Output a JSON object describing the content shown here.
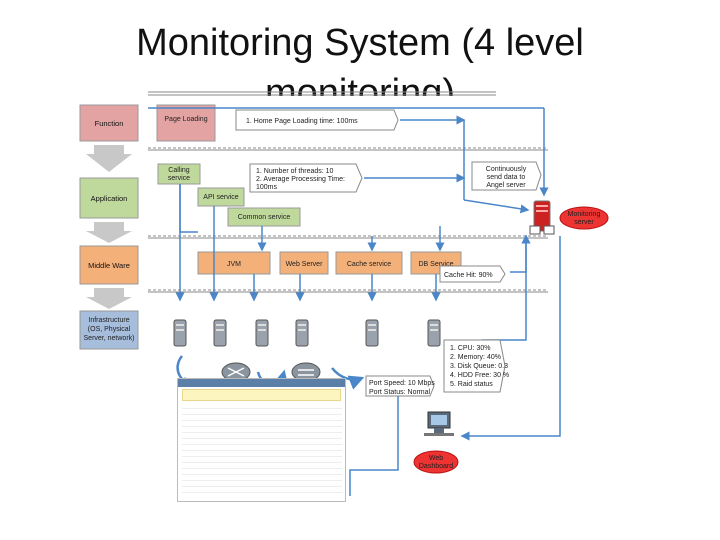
{
  "title": {
    "line1": "Monitoring System (4 level",
    "line2": "monitoring)"
  },
  "layers": {
    "function": "Function",
    "application": "Application",
    "middleware": "Middle Ware",
    "infrastructure_l1": "Infrastructure",
    "infrastructure_l2": "(OS, Physical",
    "infrastructure_l3": "Server, network)"
  },
  "function_row": {
    "page_loading": "Page Loading",
    "note": "1. Home Page Loading time: 100ms"
  },
  "application_row": {
    "calling_service_l1": "Calling",
    "calling_service_l2": "service",
    "api_service": "API service",
    "common_service": "Common service",
    "note_l1": "1. Number of threads: 10",
    "note_l2": "2. Average Processing Time:",
    "note_l3": "100ms"
  },
  "middleware_row": {
    "jvm": "JVM",
    "web_server": "Web Server",
    "cache_service": "Cache service",
    "db_service": "DB Service",
    "note": "Cache Hit: 90%"
  },
  "infrastructure_row": {
    "note_l1": "1. CPU: 30%",
    "note_l2": "2. Memory: 40%",
    "note_l3": "3. Disk Queue: 0.3",
    "note_l4": "4. HDD Free: 30 %",
    "note_l5": "5. Raid status",
    "port_l1": "Port Speed: 10 Mbps",
    "port_l2": "Port Status: Normal"
  },
  "side": {
    "send_l1": "Continuously",
    "send_l2": "send data to",
    "send_l3": "Angel server",
    "monitoring_server_l1": "Monitoring",
    "monitoring_server_l2": "server",
    "web_dashboard_l1": "Web",
    "web_dashboard_l2": "Dashboard"
  },
  "colors": {
    "function_fill": "#e3a3a3",
    "application_fill": "#bfd99c",
    "middleware_fill": "#f4b079",
    "infrastructure_fill": "#a6bddc",
    "layer_arrow": "#c8c8c8",
    "connector_blue": "#4a86c8",
    "separator": "#8a8a8a",
    "server_red": "#cc2222"
  },
  "icons": [
    "server-icon",
    "router-icon",
    "switch-icon",
    "monitoring-server-icon",
    "web-dashboard-icon",
    "refresh-arrow-icon"
  ]
}
